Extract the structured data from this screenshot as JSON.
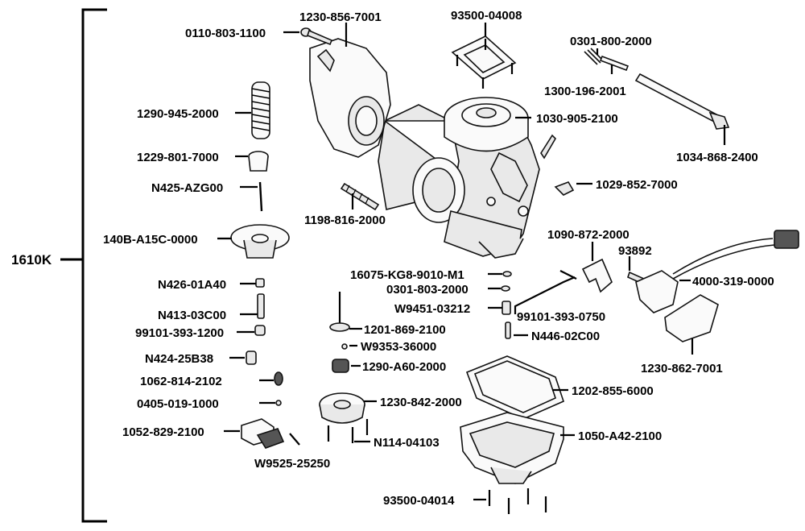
{
  "assembly": {
    "number": "1610K"
  },
  "labels": {
    "l0110_803_1100": "0110-803-1100",
    "l1230_856_7001": "1230-856-7001",
    "l93500_04008": "93500-04008",
    "l0301_800_2000": "0301-800-2000",
    "l1300_196_2001": "1300-196-2001",
    "l1290_945_2000": "1290-945-2000",
    "l1030_905_2100": "1030-905-2100",
    "l1034_868_2400": "1034-868-2400",
    "l1229_801_7000": "1229-801-7000",
    "lN425_AZG00": "N425-AZG00",
    "l1029_852_7000": "1029-852-7000",
    "l1198_816_2000": "1198-816-2000",
    "l140B_A15C_0000": "140B-A15C-0000",
    "l1090_872_2000": "1090-872-2000",
    "l93892": "93892",
    "l16075_KG8_9010_M1": "16075-KG8-9010-M1",
    "l4000_319_0000": "4000-319-0000",
    "lN426_01A40": "N426-01A40",
    "l0301_803_2000": "0301-803-2000",
    "lN413_03C00": "N413-03C00",
    "lW9451_03212": "W9451-03212",
    "l99101_393_0750": "99101-393-0750",
    "l99101_393_1200": "99101-393-1200",
    "l1201_869_2100": "1201-869-2100",
    "lN446_02C00": "N446-02C00",
    "lW9353_36000": "W9353-36000",
    "lN424_25B38": "N424-25B38",
    "l1230_862_7001": "1230-862-7001",
    "l1290_A60_2000": "1290-A60-2000",
    "l1062_814_2102": "1062-814-2102",
    "l1202_855_6000": "1202-855-6000",
    "l0405_019_1000": "0405-019-1000",
    "l1230_842_2000": "1230-842-2000",
    "l1052_829_2100": "1052-829-2100",
    "l1050_A42_2100": "1050-A42-2100",
    "lN114_04103": "N114-04103",
    "lW9525_25250": "W9525-25250",
    "l93500_04014": "93500-04014"
  }
}
